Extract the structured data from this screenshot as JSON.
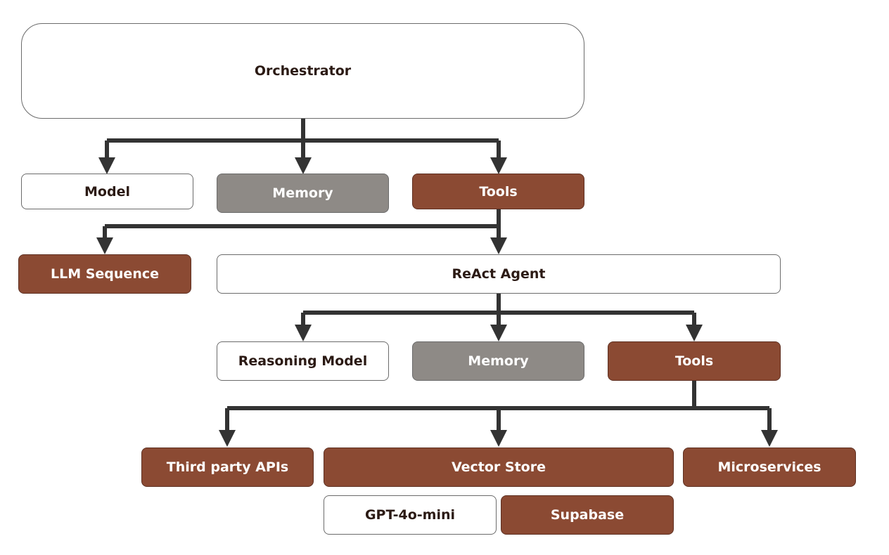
{
  "diagram": {
    "orchestrator": "Orchestrator",
    "model": "Model",
    "memory_top": "Memory",
    "tools_top": "Tools",
    "llm_sequence": "LLM Sequence",
    "react_agent": "ReAct Agent",
    "reasoning_model": "Reasoning Model",
    "memory_agent": "Memory",
    "tools_agent": "Tools",
    "third_party_apis": "Third party APIs",
    "vector_store": "Vector Store",
    "microservices": "Microservices",
    "gpt_4o_mini": "GPT-4o-mini",
    "supabase": "Supabase"
  },
  "colors": {
    "brown": "#8b4a33",
    "gray": "#8e8a86",
    "connector": "#333333"
  }
}
